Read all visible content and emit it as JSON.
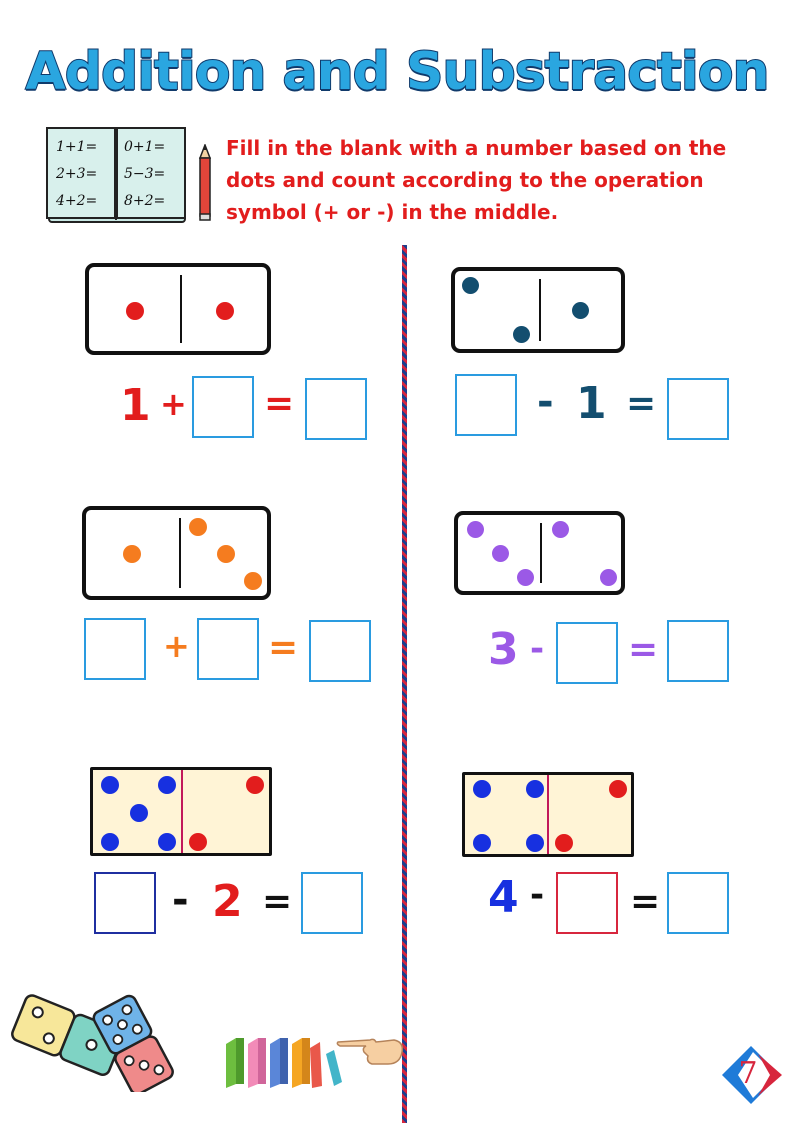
{
  "title": "Addition and Substraction",
  "instructions": "Fill in the blank with a number based on the dots and count according to the operation symbol (+ or -) in the middle.",
  "notebook": {
    "left_page": [
      "1+1=",
      "2+3=",
      "4+2="
    ],
    "right_page": [
      "0+1=",
      "5−3=",
      "8+2="
    ]
  },
  "problems": [
    {
      "id": 1,
      "color": "#e21d1d",
      "left_dots": 1,
      "right_dots": 1,
      "first": "1",
      "op": "+",
      "eq": "="
    },
    {
      "id": 2,
      "color": "#134e6f",
      "left_dots": 2,
      "right_dots": 1,
      "second": "1",
      "op": "-",
      "eq": "="
    },
    {
      "id": 3,
      "color": "#f57c1f",
      "left_dots": 1,
      "right_dots": 3,
      "op": "+",
      "eq": "="
    },
    {
      "id": 4,
      "color": "#9b59e6",
      "left_dots": 3,
      "right_dots": 2,
      "first": "3",
      "op": "-",
      "eq": "="
    },
    {
      "id": 5,
      "color": "#1730e0",
      "left_dots": 5,
      "right_dots": 2,
      "second": "2",
      "op": "-",
      "eq": "="
    },
    {
      "id": 6,
      "color": "#1730e0",
      "left_dots": 4,
      "right_dots": 2,
      "first": "4",
      "op": "-",
      "eq": "="
    }
  ],
  "colors": {
    "title": "#2aa6e0",
    "title_outline": "#103a6b",
    "instruction_text": "#e21d1d",
    "answer_box": "#2a9be0",
    "divider": [
      "#d7263d",
      "#1a3f8f"
    ],
    "dot_blue": "#1730e0",
    "dot_red": "#e21d1d"
  },
  "page_number": "7"
}
